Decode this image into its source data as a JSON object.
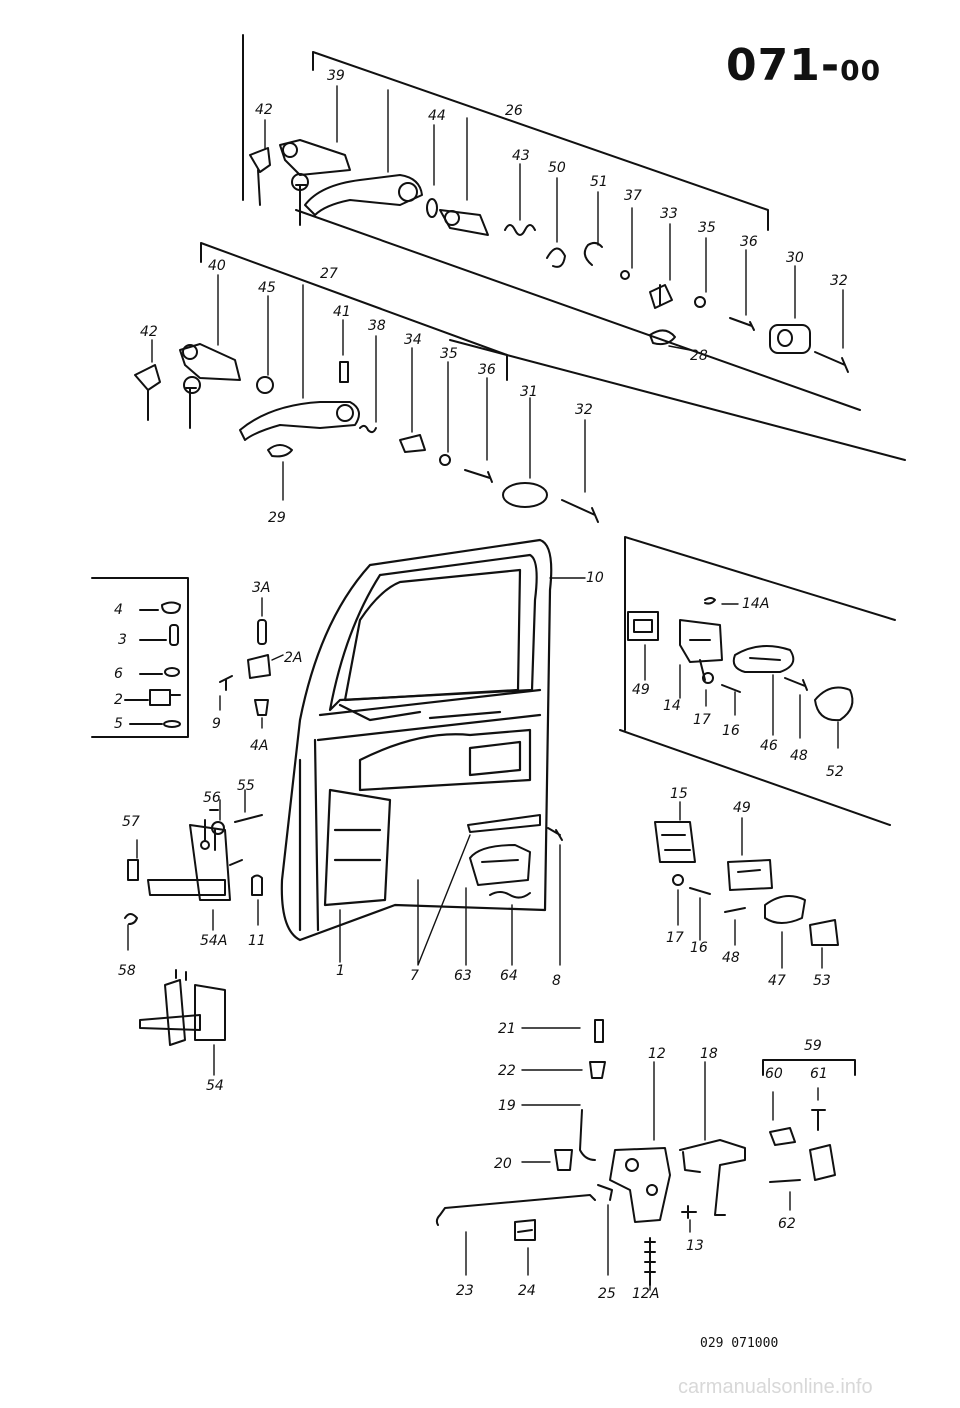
{
  "header": {
    "section": "071",
    "separator": "-",
    "suffix": "00"
  },
  "drawing_ref": "029  071000",
  "watermark": "carmanualsonline.info",
  "callouts": [
    "39",
    "42",
    "44",
    "26",
    "43",
    "50",
    "51",
    "37",
    "33",
    "35",
    "36",
    "30",
    "32",
    "40",
    "45",
    "27",
    "41",
    "38",
    "34",
    "35",
    "36",
    "31",
    "32",
    "42",
    "28",
    "29",
    "10",
    "3A",
    "2A",
    "9",
    "4A",
    "4",
    "3",
    "6",
    "2",
    "5",
    "14A",
    "49",
    "14",
    "17",
    "16",
    "46",
    "48",
    "52",
    "56",
    "55",
    "57",
    "54A",
    "11",
    "58",
    "1",
    "7",
    "63",
    "64",
    "8",
    "15",
    "49",
    "17",
    "16",
    "48",
    "47",
    "53",
    "54",
    "21",
    "22",
    "19",
    "20",
    "12",
    "18",
    "59",
    "60",
    "61",
    "62",
    "23",
    "24",
    "25",
    "12A",
    "13"
  ]
}
